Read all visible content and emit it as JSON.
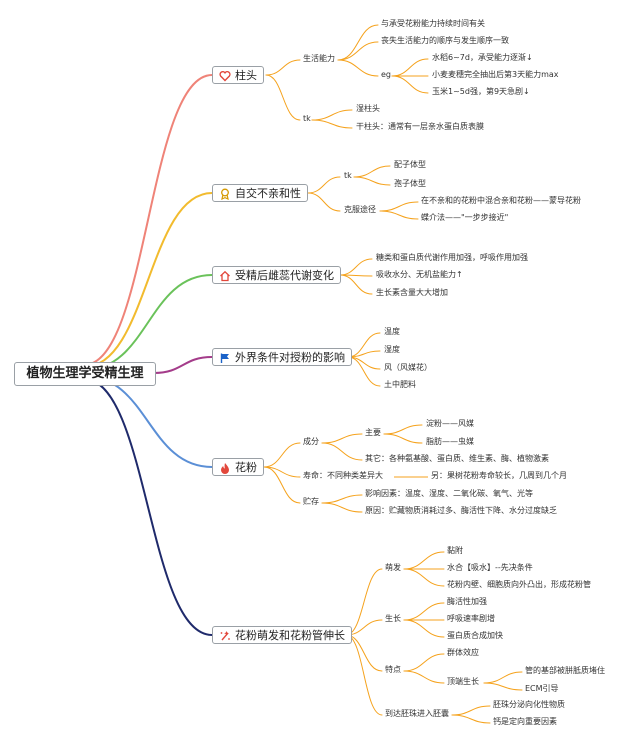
{
  "root": "植物生理学受精生理",
  "colors": {
    "stigma": "#ef8378",
    "incompat": "#f2bb2e",
    "metabolism": "#6ac25a",
    "external": "#a43c8a",
    "pollen": "#5b8fd6",
    "germination": "#1f2a6b",
    "sub": "#f5a21c"
  },
  "branches": {
    "stigma": {
      "label": "柱头",
      "icon": "heart-icon",
      "life": {
        "label": "生活能力",
        "items": [
          "与承受花粉能力持续时间有关",
          "丧失生活能力的顺序与发生顺序一致"
        ],
        "eg": {
          "label": "eg",
          "items": [
            "水稻6~7d，承受能力逐渐↓",
            "小麦麦穗完全抽出后第3天能力max",
            "玉米1~5d强，第9天急剧↓"
          ]
        }
      },
      "tk": {
        "label": "tk",
        "items": [
          "湿柱头",
          "干柱头：通常有一层亲水蛋白质表膜"
        ]
      }
    },
    "incompat": {
      "label": "自交不亲和性",
      "icon": "badge-icon",
      "tk": {
        "label": "tk",
        "items": [
          "配子体型",
          "孢子体型"
        ]
      },
      "overcome": {
        "label": "克服途径",
        "items": [
          "在不亲和的花粉中混合亲和花粉——蒙导花粉",
          "蝶介法——\"一步步接近\""
        ]
      }
    },
    "metabolism": {
      "label": "受精后雌蕊代谢变化",
      "icon": "home-icon",
      "items": [
        "糖类和蛋白质代谢作用加强，呼吸作用加强",
        "吸收水分、无机盐能力↑",
        "生长素含量大大增加"
      ]
    },
    "external": {
      "label": "外界条件对授粉的影响",
      "icon": "flag-icon",
      "items": [
        "温度",
        "湿度",
        "风（风媒花）",
        "土中肥料"
      ]
    },
    "pollen": {
      "label": "花粉",
      "icon": "flame-icon",
      "composition": {
        "label": "成分",
        "main": {
          "label": "主要",
          "items": [
            "淀粉——风媒",
            "脂肪——虫媒"
          ]
        },
        "other": "其它：各种氨基酸、蛋白质、维生素、酶、植物激素"
      },
      "lifespan": {
        "label": "寿命：不同种类差异大",
        "note": "另：果树花粉寿命较长，几周到几个月"
      },
      "storage": {
        "label": "贮存",
        "items": [
          "影响因素：温度、湿度、二氧化碳、氧气、光等",
          "原因：贮藏物质消耗过多、酶活性下降、水分过度缺乏"
        ]
      }
    },
    "germination": {
      "label": "花粉萌发和花粉管伸长",
      "icon": "sparkle-icon",
      "sprout": {
        "label": "萌发",
        "items": [
          "黏附",
          "水合【吸水】--先决条件",
          "花粉内壁、细胞质向外凸出，形成花粉管"
        ]
      },
      "growth": {
        "label": "生长",
        "items": [
          "酶活性加强",
          "呼吸速率剧增",
          "蛋白质合成加快"
        ]
      },
      "features": {
        "label": "特点",
        "items": [
          "群体效应"
        ],
        "tip": {
          "label": "顶端生长",
          "items": [
            "管的基部被胼胝质堵住",
            "ECM引导"
          ]
        }
      },
      "ovule": {
        "label": "到达胚珠进入胚囊",
        "items": [
          "胚珠分泌向化性物质",
          "钙是定向重要因素"
        ]
      }
    }
  }
}
